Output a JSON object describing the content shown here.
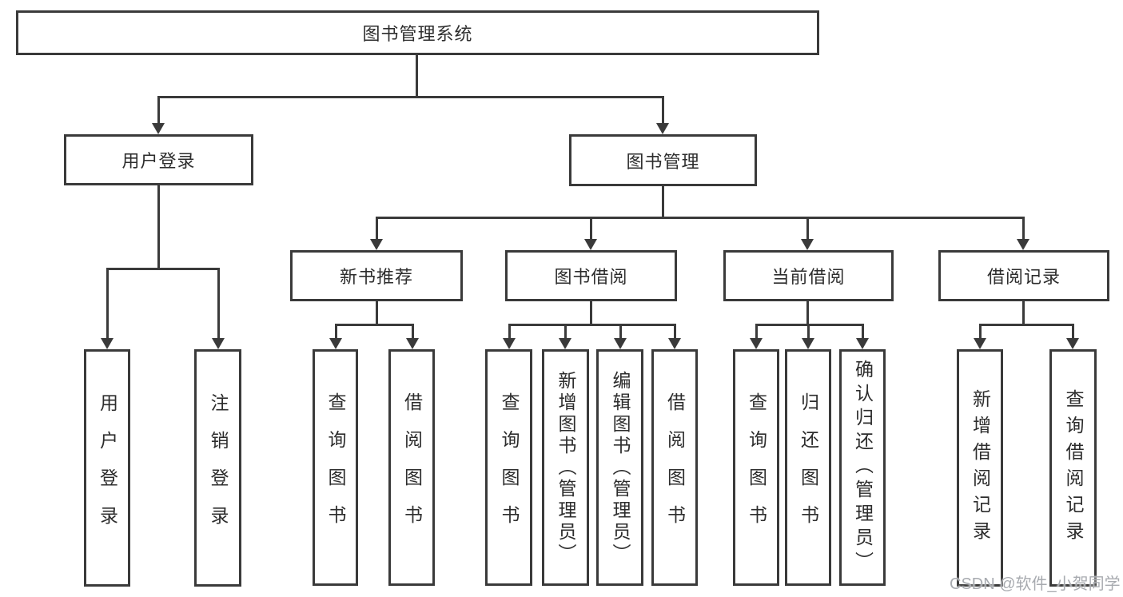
{
  "colors": {
    "line": "#3a3a3a",
    "text": "#2d2d2d",
    "watermark": "#a8abb0",
    "background": "#ffffff"
  },
  "watermark": {
    "text": "CSDN @软件_小贺同学"
  },
  "nodes": {
    "root": "图书管理系统",
    "user_login": "用户登录",
    "book_mgmt": "图书管理",
    "new_book_rec": "新书推荐",
    "book_borrow": "图书借阅",
    "current_borrow": "当前借阅",
    "borrow_record": "借阅记录",
    "leaf_user_login": "用户登录",
    "leaf_logout": "注销登录",
    "leaf_query_book_rec": "查询图书",
    "leaf_borrow_book_rec": "借阅图书",
    "leaf_query_book_borrow": "查询图书",
    "leaf_add_book": "新增图书（管理员）",
    "leaf_edit_book": "编辑图书（管理员）",
    "leaf_borrow_book_borrow": "借阅图书",
    "leaf_query_book_current": "查询图书",
    "leaf_return_book": "归还图书",
    "leaf_confirm_return": "确认归还（管理员）",
    "leaf_add_borrow_record": "新增借阅记录",
    "leaf_query_borrow_record": "查询借阅记录"
  }
}
